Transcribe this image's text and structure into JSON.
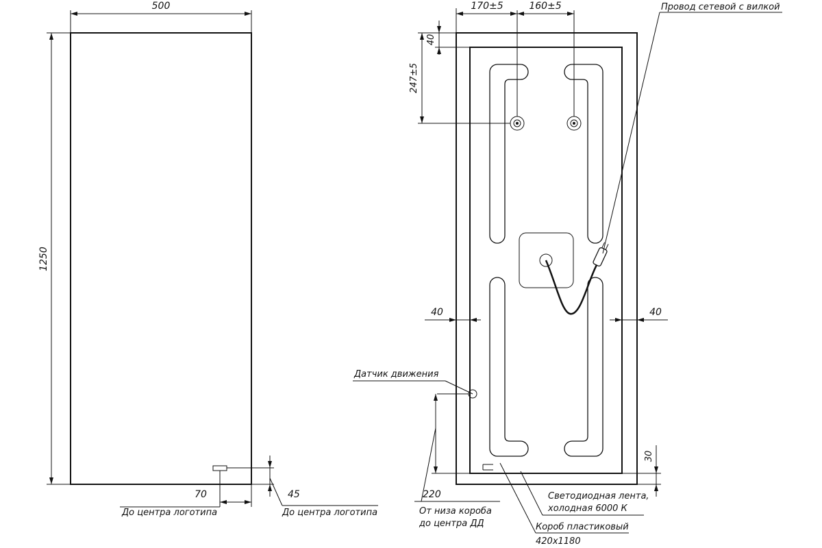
{
  "front_view": {
    "width_dim": "500",
    "height_dim": "1250",
    "logo_x_dim": "70",
    "logo_y_dim": "45",
    "logo_x_caption": "До центра логотипа",
    "logo_y_caption": "До центра логотипа"
  },
  "rear_view": {
    "mount_left_dim": "170±5",
    "mount_right_dim": "160±5",
    "top_offset_dim": "40",
    "mount_height_dim": "247±5",
    "side_left_dim": "40",
    "side_right_dim": "40",
    "bottom_offset_dim": "30",
    "sensor_height_dim": "220",
    "sensor_height_caption_1": "От низа короба",
    "sensor_height_caption_2": "до центра ДД",
    "callout_power_cord": "Провод сетевой с вилкой",
    "callout_motion_sensor": "Датчик движения",
    "callout_led_strip_1": "Светодиодная лента,",
    "callout_led_strip_2": "холодная 6000 К",
    "callout_box_1": "Короб пластиковый",
    "callout_box_2": "420x1180"
  }
}
